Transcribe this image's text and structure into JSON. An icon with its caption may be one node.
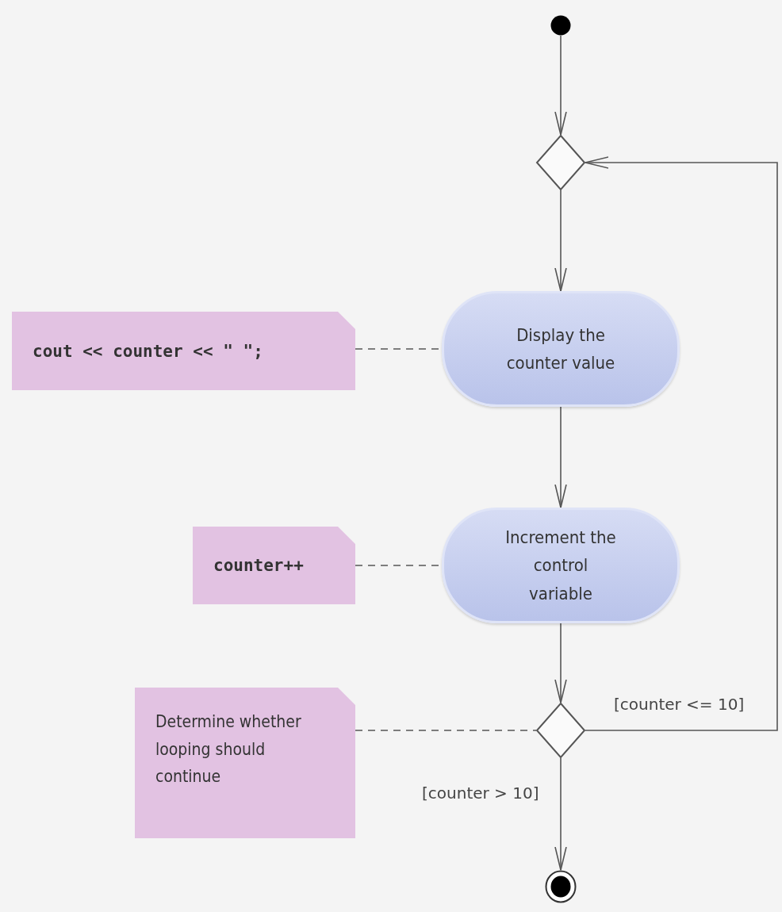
{
  "diagram": {
    "nodes": [
      {
        "text": [],
        "shape": "circle"
      },
      {
        "text": [],
        "shape": "diamond"
      },
      {
        "text": [
          "cout << counter << \" \";"
        ]
      },
      {
        "text": [
          "Display the counter value"
        ]
      },
      {
        "text": [
          "counter++"
        ]
      },
      {
        "text": [
          "Increment the control variable"
        ]
      },
      {
        "text": [
          "Determine whether looping should continue"
        ]
      },
      {
        "text": [],
        "shape": "diamond"
      },
      {
        "text": [],
        "shape": "bullseye"
      }
    ],
    "edges": [
      {
        "from": 0,
        "to": 1,
        "arrow": "to"
      },
      {
        "from": 1,
        "to": 3,
        "arrow": "to"
      },
      {
        "from": 2,
        "to": 3,
        "arrow": "none",
        "style": "dashed"
      },
      {
        "from": 3,
        "to": 5,
        "arrow": "to"
      },
      {
        "from": 4,
        "to": 5,
        "arrow": "none",
        "style": "dashed"
      },
      {
        "from": 5,
        "to": 7,
        "arrow": "to"
      },
      {
        "from": 6,
        "to": 7,
        "arrow": "none",
        "style": "dashed"
      },
      {
        "from": 7,
        "to": 1,
        "arrow": "to",
        "label": "[counter <= 10]"
      },
      {
        "from": 7,
        "to": 8,
        "arrow": "to",
        "label": "[counter > 10]"
      }
    ]
  }
}
